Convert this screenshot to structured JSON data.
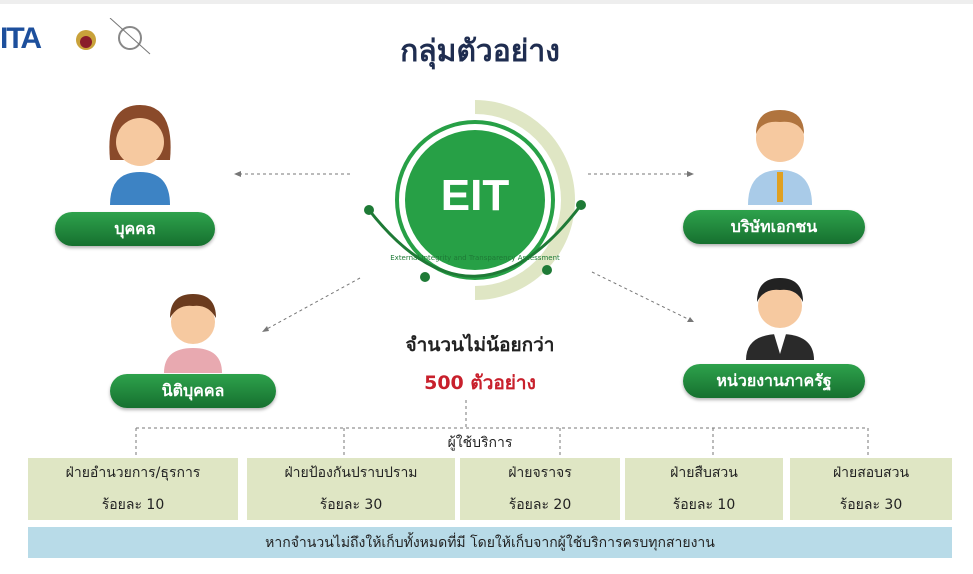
{
  "header": {
    "logo_text": "ITA",
    "title": "กลุ่มตัวอย่าง"
  },
  "center": {
    "logo": "EIT",
    "logo_subtitle": "External Integrity and Transparency Assessment",
    "count_label": "จำนวนไม่น้อยกว่า",
    "count_value": "500 ตัวอย่าง"
  },
  "groups": [
    "บุคคล",
    "นิติบุคคล",
    "บริษัทเอกชน",
    "หน่วยงานภาครัฐ"
  ],
  "users_label": "ผู้ใช้บริการ",
  "departments": [
    {
      "name": "ฝ่ายอำนวยการ/ธุรการ",
      "share": "ร้อยละ 10"
    },
    {
      "name": "ฝ่ายป้องกันปราบปราม",
      "share": "ร้อยละ 30"
    },
    {
      "name": "ฝ่ายจราจร",
      "share": "ร้อยละ 20"
    },
    {
      "name": "ฝ่ายสืบสวน",
      "share": "ร้อยละ 10"
    },
    {
      "name": "ฝ่ายสอบสวน",
      "share": "ร้อยละ 30"
    }
  ],
  "note": "หากจำนวนไม่ถึงให้เก็บทั้งหมดที่มี โดยให้เก็บจากผู้ใช้บริการครบทุกสายงาน",
  "colors": {
    "green": "#1e8a3c",
    "title": "#1f2d50",
    "red": "#c8202c",
    "box": "#dfe6c4",
    "band": "#b8dbe8"
  }
}
